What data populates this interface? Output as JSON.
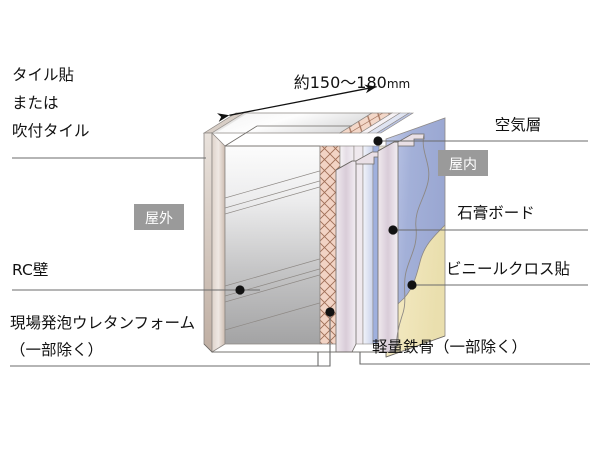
{
  "diagram": {
    "title_dimension": "約150～180",
    "dimension_unit": "mm",
    "badges": {
      "outdoor": "屋外",
      "indoor": "屋内"
    },
    "labels": {
      "tile": "タイル貼",
      "tile2": "または",
      "tile3": "吹付タイル",
      "rc_wall": "RC壁",
      "urethane": "現場発泡ウレタンフォーム",
      "urethane2": "（一部除く）",
      "air_layer": "空気層",
      "gypsum": "石膏ボード",
      "vinyl": "ビニールクロス貼",
      "steel": "軽量鉄骨（一部除く）"
    },
    "colors": {
      "urethane_fill": "#f2d3c4",
      "urethane_hatch": "#9c6a52",
      "gypsum": "#a8b4d8",
      "vinyl": "#f2e4b4",
      "tile_edge": "#c9b9ae",
      "badge_bg": "#9a9a9a",
      "leader": "#6b6b6b",
      "concrete_light": "#fbfbfb",
      "concrete_dark": "#a9a9a9"
    }
  }
}
